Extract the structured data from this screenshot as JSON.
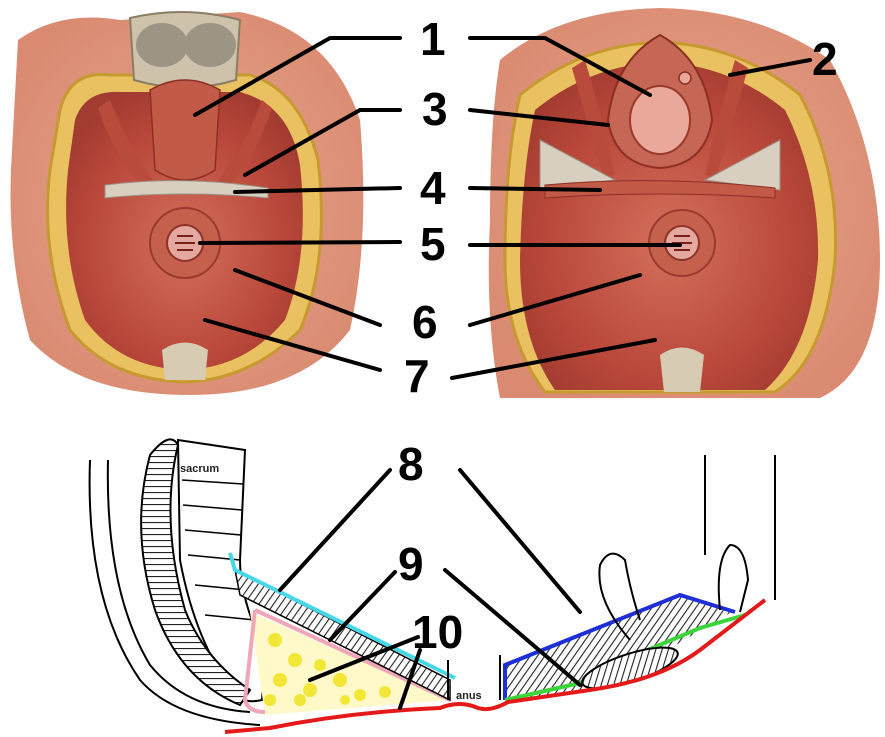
{
  "labels": {
    "n1": "1",
    "n2": "2",
    "n3": "3",
    "n4": "4",
    "n5": "5",
    "n6": "6",
    "n7": "7",
    "n8": "8",
    "n9": "9",
    "n10": "10"
  },
  "diagram_text": {
    "sacrum": "sacrum",
    "anus": "anus"
  },
  "colors": {
    "muscle": "#c85a4a",
    "muscle_dark": "#9e3a2f",
    "skin": "#e8b09a",
    "fat": "#e8c25a",
    "bone": "#d8cbb4",
    "cyan_layer": "#46d7e8",
    "pink_layer": "#f0a6b8",
    "red_layer": "#e41a1a",
    "blue_layer": "#1f2fd8",
    "green_layer": "#3bd43b",
    "fat_dots": "#f4ea3a"
  },
  "icons": {
    "left_photo": "male-perineum-anatomy",
    "right_photo": "female-perineum-anatomy",
    "bottom_figure": "pelvic-floor-sagittal-section"
  }
}
